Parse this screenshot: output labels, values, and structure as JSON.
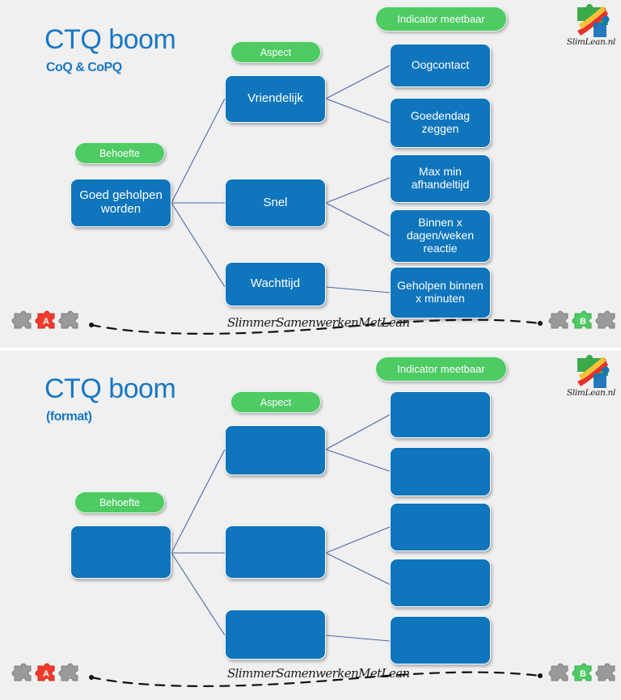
{
  "meta": {
    "background_color": "#f0f0f0",
    "accent_blue": "#0f75bc",
    "accent_green": "#4ecb63",
    "title_blue": "#1878c4",
    "connector_color": "#4a67ad"
  },
  "brand": {
    "logo_text": "SlimLean.nl",
    "logo_icon": "puzzle-piece-logo-icon",
    "script_tagline": "SlimmerSamenwerkenMetLean"
  },
  "footer": {
    "left_puzzle": {
      "letter": "A",
      "letter_color": "#ef3b2d",
      "icon": "puzzle-pieces-icon"
    },
    "right_puzzle": {
      "letter": "B",
      "letter_color": "#4ecb63",
      "icon": "puzzle-pieces-icon"
    }
  },
  "slides": [
    {
      "id": "ctq-boom-example",
      "title": "CTQ boom",
      "subtitle": "CoQ & CoPQ",
      "column_labels": {
        "behoefte": "Behoefte",
        "aspect": "Aspect",
        "indicator": "Indicator meetbaar"
      },
      "need": "Goed geholpen worden",
      "aspects": [
        "Vriendelijk",
        "Snel",
        "Wachttijd"
      ],
      "indicators": [
        "Oogcontact",
        "Goedendag zeggen",
        "Max min afhandeltijd",
        "Binnen x dagen/weken reactie",
        "Geholpen binnen x minuten"
      ]
    },
    {
      "id": "ctq-boom-format",
      "title": "CTQ boom",
      "subtitle": "(format)",
      "column_labels": {
        "behoefte": "Behoefte",
        "aspect": "Aspect",
        "indicator": "Indicator meetbaar"
      },
      "need": "",
      "aspects": [
        "",
        "",
        ""
      ],
      "indicators": [
        "",
        "",
        "",
        "",
        ""
      ]
    }
  ],
  "chart_data": {
    "type": "diagram",
    "diagram_type": "tree",
    "title": "CTQ boom",
    "levels": [
      "Behoefte",
      "Aspect",
      "Indicator meetbaar"
    ],
    "root": {
      "label": "Goed geholpen worden",
      "children": [
        {
          "label": "Vriendelijk",
          "children": [
            {
              "label": "Oogcontact"
            },
            {
              "label": "Goedendag zeggen"
            }
          ]
        },
        {
          "label": "Snel",
          "children": [
            {
              "label": "Max min afhandeltijd"
            },
            {
              "label": "Binnen x dagen/weken reactie"
            }
          ]
        },
        {
          "label": "Wachttijd",
          "children": [
            {
              "label": "Geholpen binnen x minuten"
            }
          ]
        }
      ]
    }
  }
}
